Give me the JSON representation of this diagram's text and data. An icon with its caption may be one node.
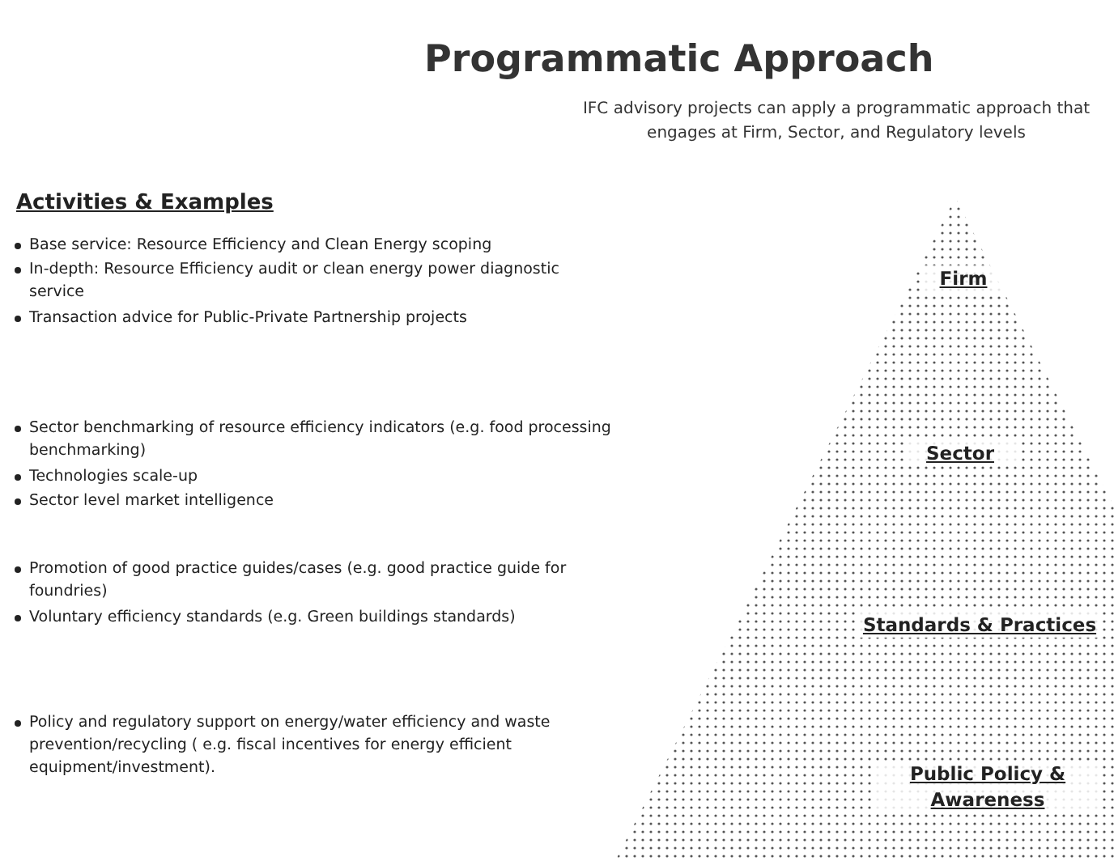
{
  "diagram": {
    "title": "Programmatic Approach",
    "nodes": [
      {
        "text": [],
        "shape": "triangle"
      },
      {
        "text": [
          "Firm"
        ],
        "in": 0
      },
      {
        "text": [
          "Sector"
        ],
        "in": 0
      },
      {
        "text": [
          "Standards & Practices"
        ],
        "in": 0
      },
      {
        "text": [
          "Public Policy & Awareness"
        ],
        "in": 0
      }
    ],
    "edges": [],
    "labels": [
      "IFC advisory projects can apply a programmatic approach that engages at Firm, Sector, and Regulatory levels",
      "Activities & Examples",
      "Base service: Resource Efficiency and Clean Energy scoping",
      "In-depth: Resource Efficiency audit or clean energy power diagnostic service",
      "Transaction advice for Public-Private Partnership projects",
      "Sector benchmarking of resource efficiency indicators (e.g. food processing benchmarking)",
      "Technologies scale-up",
      "Sector level market intelligence",
      "Promotion of good practice guides/cases (e.g. good practice guide for foundries)",
      "Voluntary efficiency standards (e.g. Green buildings standards)",
      "Policy and regulatory support on energy/water efficiency and waste prevention/recycling ( e.g. fiscal incentives for energy efficient equipment/investment)."
    ]
  }
}
